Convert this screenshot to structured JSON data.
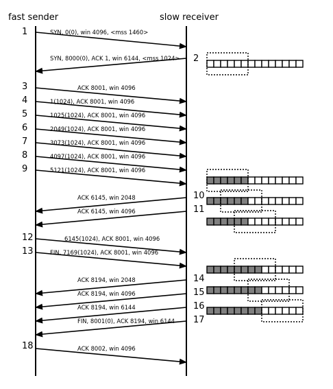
{
  "sender_title": "fast sender",
  "receiver_title": "slow receiver",
  "messages": [
    {
      "dir": "r",
      "num": "1",
      "text": "SYN, 0(0), win 4096, <mss 1460>"
    },
    {
      "dir": "l",
      "num": "2",
      "text": "SYN, 8000(0), ACK 1, win 6144, <mss 1024>"
    },
    {
      "dir": "r",
      "num": "3",
      "text": "ACK 8001, win 4096"
    },
    {
      "dir": "r",
      "num": "4",
      "text": "1(1024), ACK 8001, win 4096"
    },
    {
      "dir": "r",
      "num": "5",
      "text": "1025(1024), ACK 8001, win 4096"
    },
    {
      "dir": "r",
      "num": "6",
      "text": "2049(1024), ACK 8001, win 4096"
    },
    {
      "dir": "r",
      "num": "7",
      "text": "3073(1024), ACK 8001, win 4096"
    },
    {
      "dir": "r",
      "num": "8",
      "text": "4097(1024), ACK 8001, win 4096"
    },
    {
      "dir": "r",
      "num": "9",
      "text": "5121(1024), ACK 8001, win 4096"
    },
    {
      "dir": "l",
      "num": "10",
      "text": "ACK 6145, win 2048"
    },
    {
      "dir": "l",
      "num": "11",
      "text": "ACK 6145, win 4096"
    },
    {
      "dir": "r",
      "num": "12",
      "text": "6145(1024), ACK 8001, win 4096"
    },
    {
      "dir": "r",
      "num": "13",
      "text": "FIN, 7169(1024), ACK 8001, win 4096"
    },
    {
      "dir": "l",
      "num": "14",
      "text": "ACK 8194, win 2048"
    },
    {
      "dir": "l",
      "num": "15",
      "text": "ACK 8194, win 4096"
    },
    {
      "dir": "l",
      "num": "16",
      "text": "ACK 8194, win 6144"
    },
    {
      "dir": "l",
      "num": "17",
      "text": "FIN, 8001(0), ACK 8194, win 6144"
    },
    {
      "dir": "r",
      "num": "18",
      "text": "ACK 8002, win 4096"
    }
  ],
  "buffers": [
    {
      "filled": 0,
      "win_start": 0,
      "win_len": 6
    },
    {
      "filled": 6,
      "win_start": 0,
      "win_len": 6
    },
    {
      "filled": 6,
      "win_start": 2,
      "win_len": 6
    },
    {
      "filled": 6,
      "win_start": 4,
      "win_len": 6
    },
    {
      "filled": 8,
      "win_start": 4,
      "win_len": 6
    },
    {
      "filled": 8,
      "win_start": 6,
      "win_len": 6
    },
    {
      "filled": 8,
      "win_start": 8,
      "win_len": 6
    }
  ],
  "buffer_cells": 14
}
